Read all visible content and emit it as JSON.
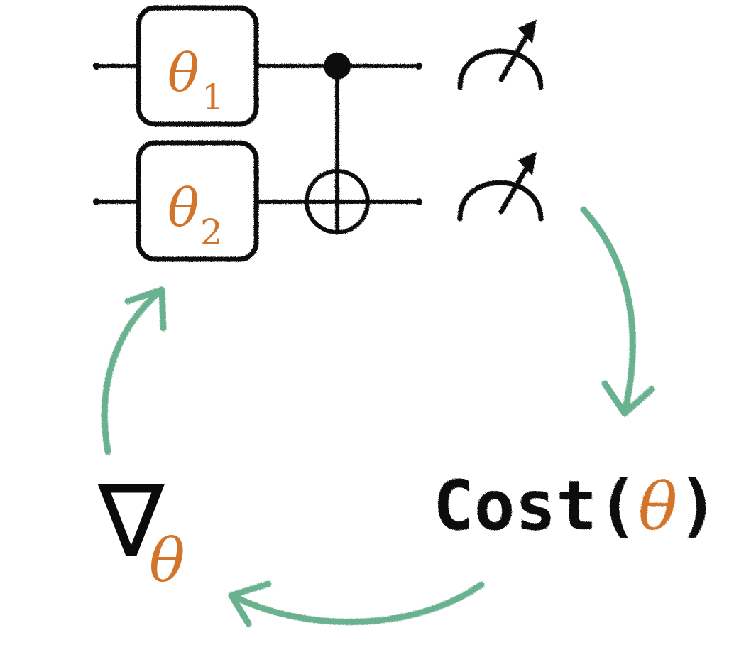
{
  "colors": {
    "ink": "#0b0b0b",
    "param": "#d2742a",
    "arrow": "#63ad8b",
    "background": "#ffffff"
  },
  "circuit": {
    "gate1": {
      "symbol": "θ",
      "subscript": "1"
    },
    "gate2": {
      "symbol": "θ",
      "subscript": "2"
    },
    "cnot": {
      "control_icon": "control-dot-icon",
      "target_icon": "oplus-target-icon"
    },
    "measurement_icon": "meter-icon"
  },
  "cost": {
    "prefix": "Cost(",
    "param": "θ",
    "suffix": ")"
  },
  "gradient": {
    "symbol": "∇",
    "param": "θ"
  },
  "loop_arrows": [
    "curved-arrow-icon",
    "curved-arrow-icon",
    "curved-arrow-icon"
  ]
}
